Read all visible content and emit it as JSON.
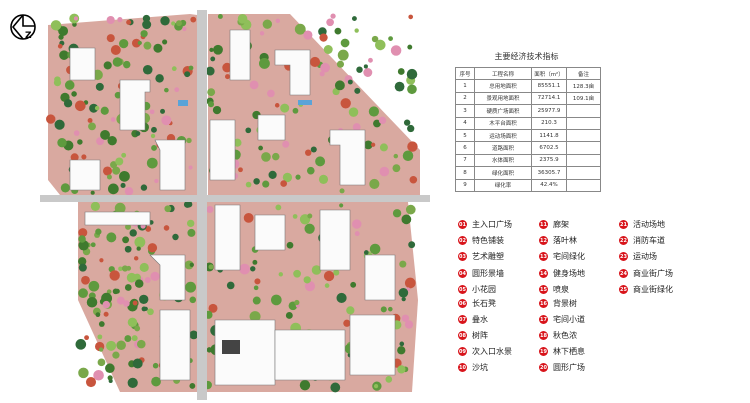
{
  "table": {
    "title": "主要经济技术指标",
    "headers": [
      "序号",
      "工程名称",
      "面积（m²）",
      "备注"
    ],
    "rows": [
      [
        "1",
        "总用地面积",
        "85551.1",
        "128.3亩"
      ],
      [
        "2",
        "景观用地面积",
        "72714.1",
        "109.1亩"
      ],
      [
        "3",
        "硬质广场面积",
        "25977.9",
        ""
      ],
      [
        "4",
        "木平台面积",
        "210.3",
        ""
      ],
      [
        "5",
        "运动场面积",
        "1141.8",
        ""
      ],
      [
        "6",
        "道路面积",
        "6702.5",
        ""
      ],
      [
        "7",
        "水体面积",
        "2375.9",
        ""
      ],
      [
        "8",
        "绿化面积",
        "36305.7",
        ""
      ],
      [
        "9",
        "绿化率",
        "42.4%",
        ""
      ]
    ]
  },
  "legend": [
    {
      "num": "01",
      "label": "主入口广场"
    },
    {
      "num": "02",
      "label": "特色铺装"
    },
    {
      "num": "03",
      "label": "艺术雕塑"
    },
    {
      "num": "04",
      "label": "圆形景墙"
    },
    {
      "num": "05",
      "label": "小花园"
    },
    {
      "num": "06",
      "label": "长石凳"
    },
    {
      "num": "07",
      "label": "叠水"
    },
    {
      "num": "08",
      "label": "树阵"
    },
    {
      "num": "09",
      "label": "次入口水景"
    },
    {
      "num": "10",
      "label": "沙坑"
    },
    {
      "num": "11",
      "label": "廊架"
    },
    {
      "num": "12",
      "label": "落叶林"
    },
    {
      "num": "13",
      "label": "宅间绿化"
    },
    {
      "num": "14",
      "label": "健身场地"
    },
    {
      "num": "15",
      "label": "喷泉"
    },
    {
      "num": "16",
      "label": "背景树"
    },
    {
      "num": "17",
      "label": "宅间小道"
    },
    {
      "num": "18",
      "label": "秋色浓"
    },
    {
      "num": "19",
      "label": "林下栖息"
    },
    {
      "num": "20",
      "label": "圆形广场"
    },
    {
      "num": "21",
      "label": "活动场地"
    },
    {
      "num": "22",
      "label": "消防车道"
    },
    {
      "num": "23",
      "label": "运动场"
    },
    {
      "num": "24",
      "label": "商业街广场"
    },
    {
      "num": "25",
      "label": "商业街绿化"
    }
  ],
  "compass": {
    "letter": "Z"
  },
  "colors": {
    "marker": "#d8141b",
    "green": "#4f8a3a",
    "paving": "#d9a9a0",
    "road": "#c9c9c9"
  }
}
